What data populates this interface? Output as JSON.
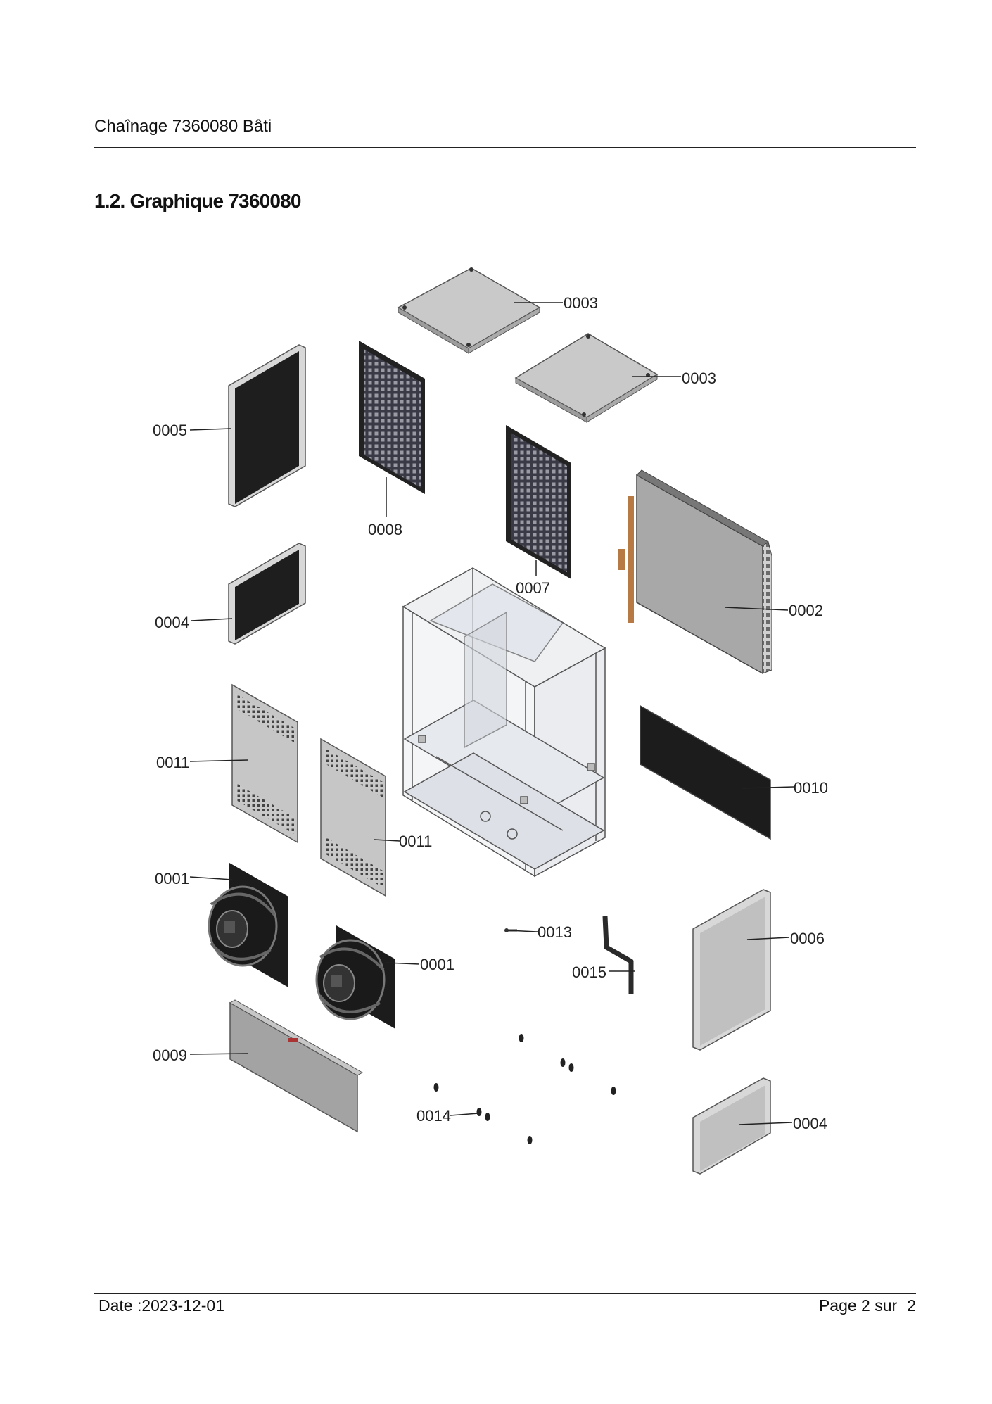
{
  "header": {
    "title": "Chaînage 7360080 Bâti"
  },
  "section": {
    "title": "1.2. Graphique 7360080"
  },
  "footer": {
    "date": "Date :2023-12-01",
    "page": "Page 2 sur",
    "page_total": "2"
  },
  "callouts": {
    "top_panel_a": "0003",
    "top_panel_b": "0003",
    "side_panel_left": "0005",
    "grille_left": "0008",
    "grille_right": "0007",
    "coil": "0002",
    "small_panel_left": "0004",
    "access_panel_a": "0011",
    "access_panel_b": "0011",
    "filter": "0010",
    "fan_a": "0001",
    "fan_b": "0001",
    "sensor": "0013",
    "pipe": "0015",
    "side_panel_right": "0006",
    "base_panel": "0009",
    "feet": "0014",
    "small_panel_right": "0004"
  },
  "colors": {
    "panel": "#c6c6c6",
    "dark_panel": "#1e1e1e",
    "grille": "#2a2a35",
    "coil_copper": "#b87a45",
    "frame": "#e9ebee"
  }
}
